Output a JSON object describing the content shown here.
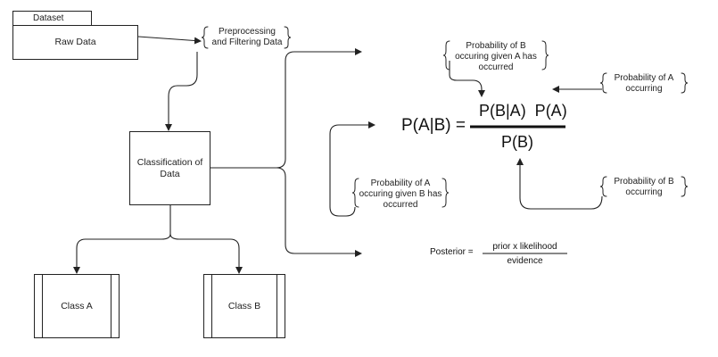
{
  "dataset": {
    "tab_label": "Dataset",
    "body_label": "Raw Data"
  },
  "preprocessing": {
    "line1": "Preprocessing",
    "line2": "and Filtering Data"
  },
  "classification": {
    "line1": "Classification of",
    "line2": "Data"
  },
  "classes": {
    "a": "Class A",
    "b": "Class B"
  },
  "bayes": {
    "lhs": "P(A|B) =",
    "numerator": "P(B|A)  P(A)",
    "denominator": "P(B)"
  },
  "annotations": {
    "likelihood": {
      "line1": "Probability of B",
      "line2": "occuring given A has",
      "line3": "occurred"
    },
    "prior": {
      "line1": "Probability of A",
      "line2": "occurring"
    },
    "evidence": {
      "line1": "Probability of B",
      "line2": "occurring"
    },
    "posterior_prob": {
      "line1": "Probability of A",
      "line2": "occuring given B has",
      "line3": "occurred"
    }
  },
  "posterior_formula": {
    "label": "Posterior =",
    "numerator": "prior x likelihood",
    "denominator": "evidence"
  },
  "colors": {
    "stroke": "#222222",
    "background": "#ffffff"
  }
}
